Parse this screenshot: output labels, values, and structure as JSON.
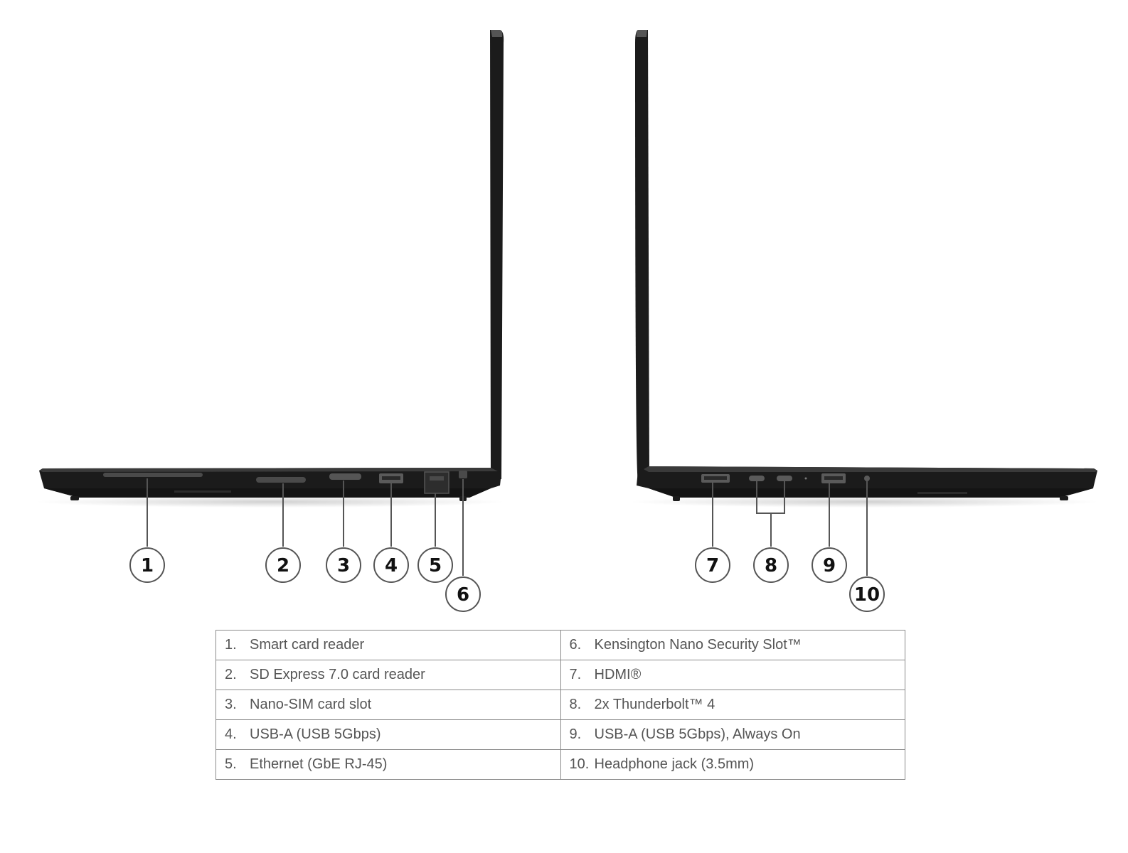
{
  "callouts": [
    "1",
    "2",
    "3",
    "4",
    "5",
    "6",
    "7",
    "8",
    "9",
    "10"
  ],
  "colors": {
    "laptop": "#1b1b1b",
    "laptop_edge": "#3a3a3a",
    "leader": "#555555",
    "table_text": "#555555"
  },
  "table": {
    "left": [
      {
        "num": "1.",
        "label": "Smart card reader"
      },
      {
        "num": "2.",
        "label": "SD Express 7.0 card reader"
      },
      {
        "num": "3.",
        "label": "Nano-SIM card slot"
      },
      {
        "num": "4.",
        "label": "USB-A (USB 5Gbps)"
      },
      {
        "num": "5.",
        "label": "Ethernet (GbE RJ-45)"
      }
    ],
    "right": [
      {
        "num": "6.",
        "label": "Kensington Nano Security Slot™"
      },
      {
        "num": "7.",
        "label": "HDMI®"
      },
      {
        "num": "8.",
        "label": "2x Thunderbolt™ 4"
      },
      {
        "num": "9.",
        "label": "USB-A (USB 5Gbps), Always On"
      },
      {
        "num": "10.",
        "label": "Headphone jack (3.5mm)"
      }
    ]
  }
}
